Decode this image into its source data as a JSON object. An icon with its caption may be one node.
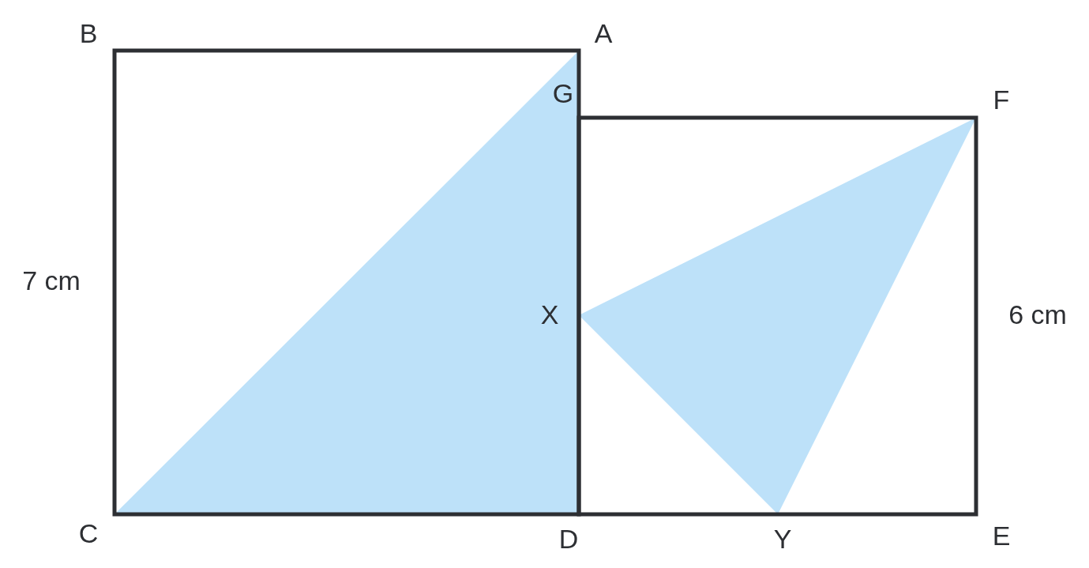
{
  "diagram": {
    "labels": [
      "B",
      "A",
      "G",
      "F",
      "7 cm",
      "X",
      "6 cm",
      "C",
      "D",
      "Y",
      "E"
    ]
  }
}
